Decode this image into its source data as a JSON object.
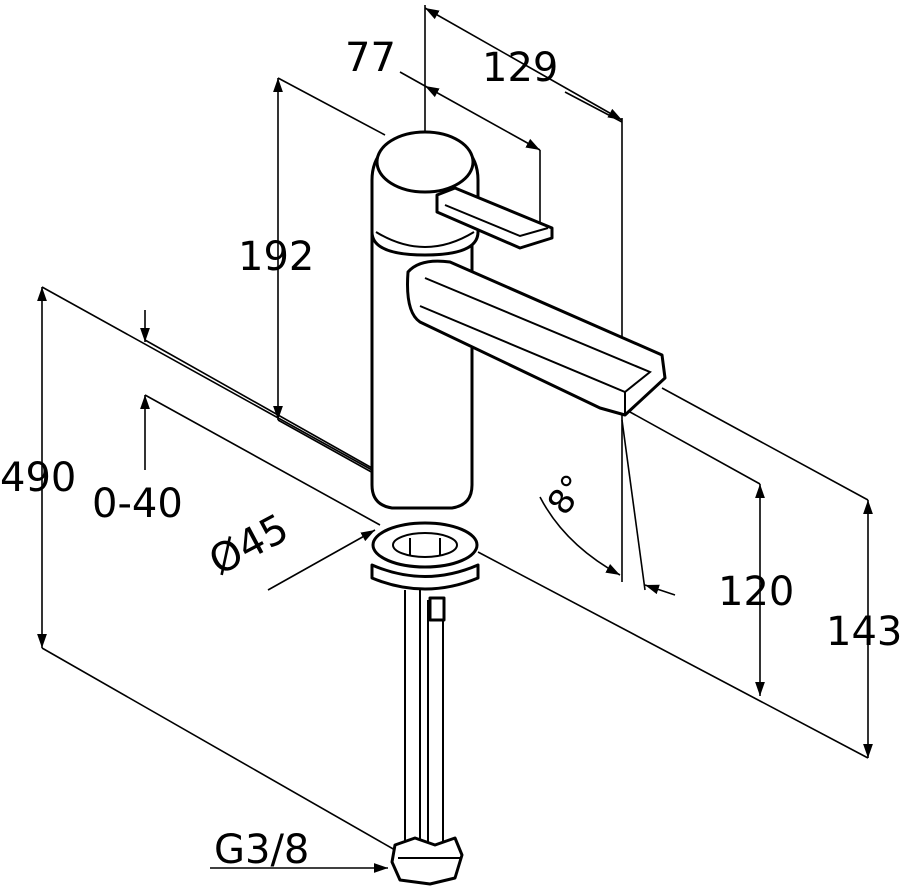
{
  "title": "Basin mixer dimension drawing",
  "dimensions": {
    "d77": "77",
    "d129": "129",
    "d192": "192",
    "d490": "490",
    "d0_40": "0-40",
    "d45": "Ø45",
    "angle": "8°",
    "d120": "120",
    "d143": "143",
    "thread": "G3/8"
  }
}
